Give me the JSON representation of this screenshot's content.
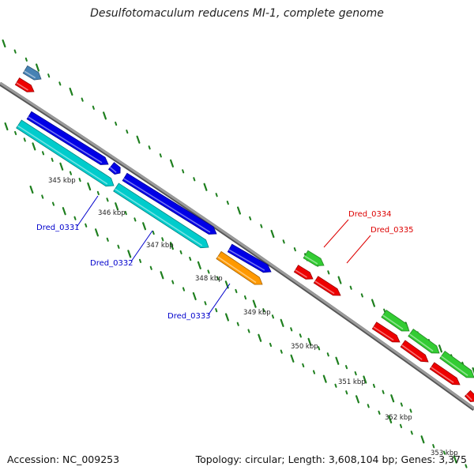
{
  "title": "Desulfotomaculum reducens MI-1, complete genome",
  "footer": {
    "accession": "Accession: NC_009253",
    "summary": "Topology: circular; Length: 3,608,104 bp; Genes: 3,375"
  },
  "scale_labels": [
    "345 kbp",
    "346 kbp",
    "347 kbp",
    "348 kbp",
    "349 kbp",
    "350 kbp",
    "351 kbp",
    "352 kbp",
    "353 kbp"
  ],
  "gene_labels": [
    {
      "text": "Dred_0331",
      "color": "#0000cc"
    },
    {
      "text": "Dred_0332",
      "color": "#0000cc"
    },
    {
      "text": "Dred_0333",
      "color": "#0000cc"
    },
    {
      "text": "Dred_0334",
      "color": "#dd0000"
    },
    {
      "text": "Dred_0335",
      "color": "#dd0000"
    }
  ],
  "colors": {
    "backbone": "#8a8a8a",
    "ticks": "#1e7f1e",
    "forward_cds": "#0000e6",
    "forward_orf": "#00cccc",
    "orange_feature": "#ff9900",
    "reverse_cds": "#ee0000",
    "reverse_orf": "#33cc33",
    "steelblue_feature": "#4682b4"
  }
}
